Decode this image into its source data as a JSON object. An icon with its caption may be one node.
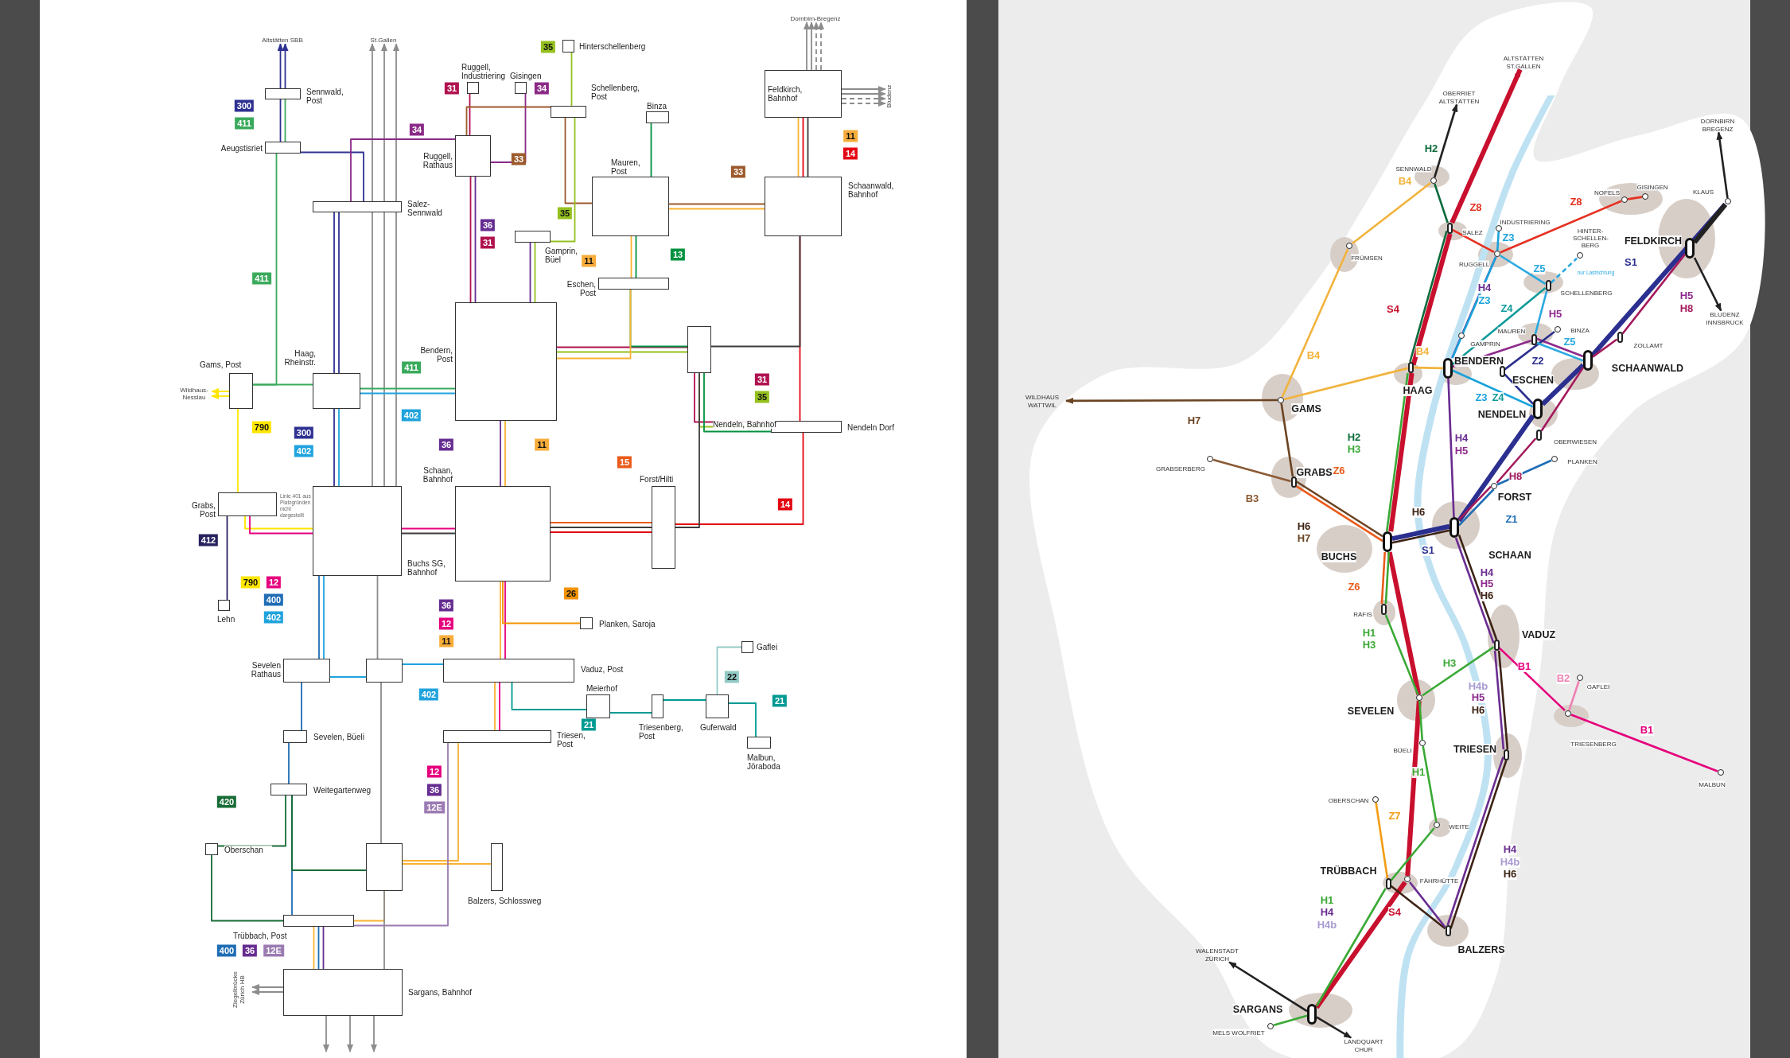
{
  "diagram": {
    "nodes": [
      {
        "text": [
          "Altstätten SBB"
        ]
      },
      {
        "text": [
          "St.Gallen"
        ]
      },
      {
        "text": [
          "Sennwald, Post"
        ]
      },
      {
        "text": [
          "Aeugstisriet"
        ]
      },
      {
        "text": [
          "Salez-Sennwald"
        ]
      },
      {
        "text": [
          "Ruggell, Industriering"
        ]
      },
      {
        "text": [
          "Gisingen"
        ]
      },
      {
        "text": [
          "Hinterschellenberg"
        ]
      },
      {
        "text": [
          "Schellenberg, Post"
        ]
      },
      {
        "text": [
          "Ruggell, Rathaus"
        ]
      },
      {
        "text": [
          "Binza"
        ]
      },
      {
        "text": [
          "Dornbirn-Bregenz"
        ]
      },
      {
        "text": [
          "Feldkirch, Bahnhof"
        ]
      },
      {
        "text": [
          "Bludenz"
        ]
      },
      {
        "text": [
          "Mauren, Post"
        ]
      },
      {
        "text": [
          "Schaanwald, Bahnhof"
        ]
      },
      {
        "text": [
          "Gamprin, Büel"
        ]
      },
      {
        "text": [
          "Eschen, Post"
        ]
      },
      {
        "text": [
          "Wildhaus-Nesslau"
        ]
      },
      {
        "text": [
          "Gams, Post"
        ]
      },
      {
        "text": [
          "Haag, Rheinstr."
        ]
      },
      {
        "text": [
          "Bendern, Post"
        ]
      },
      {
        "text": [],
        "shape": "box"
      },
      {
        "text": [
          "Nendeln Dorf"
        ]
      },
      {
        "text": [
          "Grabs, Post"
        ]
      },
      {
        "text": [
          "Schaan, Bahnhof"
        ]
      },
      {
        "text": [
          "Buchs SG, Bahnhof"
        ]
      },
      {
        "text": [
          "Forst/Hilti"
        ]
      },
      {
        "text": [
          "Lehn"
        ]
      },
      {
        "text": [
          "Planken, Saroja"
        ]
      },
      {
        "text": [
          "Sevelen Rathaus"
        ]
      },
      {
        "text": [],
        "shape": "box"
      },
      {
        "text": [
          "Vaduz, Post"
        ]
      },
      {
        "text": [
          "Gaflei"
        ]
      },
      {
        "text": [
          "Meierhof"
        ]
      },
      {
        "text": [
          "Triesenberg, Post"
        ]
      },
      {
        "text": [
          "Guferwald"
        ]
      },
      {
        "text": [
          "Sevelen, Büeli"
        ]
      },
      {
        "text": [
          "Triesen, Post"
        ]
      },
      {
        "text": [
          "Malbun, Jöraboda"
        ]
      },
      {
        "text": [
          "Weitegartenweg"
        ]
      },
      {
        "text": [
          "Oberschan"
        ]
      },
      {
        "text": [],
        "shape": "box"
      },
      {
        "text": [
          "Balzers, Schlossweg"
        ]
      },
      {
        "text": [
          "Trübbach, Post"
        ]
      },
      {
        "text": [
          "Ziegelbrücke Zürich HB"
        ]
      },
      {
        "text": [
          "Sargans, Bahnhof"
        ]
      },
      {
        "text": [
          "OBERRIET ALTSTÄTTEN"
        ]
      },
      {
        "text": [
          "ALTSTÄTTEN ST.GALLEN"
        ]
      },
      {
        "text": [
          "SENNWALD"
        ]
      },
      {
        "text": [
          "SALEZ"
        ]
      },
      {
        "text": [
          "FRÜMSEN"
        ]
      },
      {
        "text": [
          "INDUSTRIERING"
        ]
      },
      {
        "text": [
          "RUGGELL"
        ]
      },
      {
        "text": [
          "NOFELS"
        ]
      },
      {
        "text": [
          "GISINGEN"
        ]
      },
      {
        "text": [
          "HINTER-SCHELLEN-BERG"
        ]
      },
      {
        "text": [
          "SCHELLENBERG"
        ]
      },
      {
        "text": [
          "MAUREN"
        ]
      },
      {
        "text": [
          "BINZA"
        ]
      },
      {
        "text": [
          "GAMPRIN"
        ]
      },
      {
        "text": [
          "BENDERN"
        ]
      },
      {
        "text": [
          "HAAG"
        ]
      },
      {
        "text": [
          "GAMS"
        ]
      },
      {
        "text": [
          "ESCHEN"
        ]
      },
      {
        "text": [
          "NENDELN"
        ]
      },
      {
        "text": [
          "ZOLLAMT"
        ]
      },
      {
        "text": [
          "SCHAANWALD"
        ]
      },
      {
        "text": [
          "FELDKIRCH"
        ]
      },
      {
        "text": [
          "KLAUS"
        ]
      },
      {
        "text": [
          "DORNBIRN BREGENZ"
        ]
      },
      {
        "text": [
          "BLUDENZ INNSBRUCK"
        ]
      },
      {
        "text": [
          "WILDHAUS WATTWIL"
        ]
      },
      {
        "text": [
          "OBERWIESEN"
        ]
      },
      {
        "text": [
          "PLANKEN"
        ]
      },
      {
        "text": [
          "GRABSERBERG"
        ]
      },
      {
        "text": [
          "GRABS"
        ]
      },
      {
        "text": [
          "FORST"
        ]
      },
      {
        "text": [
          "BUCHS"
        ]
      },
      {
        "text": [
          "SCHAAN"
        ]
      },
      {
        "text": [
          "RÄFIS"
        ]
      },
      {
        "text": [
          "VADUZ"
        ]
      },
      {
        "text": [
          "GAFLEI"
        ]
      },
      {
        "text": [
          "TRIESENBERG"
        ]
      },
      {
        "text": [
          "MALBUN"
        ]
      },
      {
        "text": [
          "SEVELEN"
        ]
      },
      {
        "text": [
          "BÜELI"
        ]
      },
      {
        "text": [
          "TRIESEN"
        ]
      },
      {
        "text": [
          "OBERSCHAN"
        ]
      },
      {
        "text": [
          "WEITE"
        ]
      },
      {
        "text": [
          "TRÜBBACH"
        ]
      },
      {
        "text": [
          "FÄHRHÜTTE"
        ]
      },
      {
        "text": [
          "BALZERS"
        ]
      },
      {
        "text": [
          "SARGANS"
        ]
      },
      {
        "text": [
          "MELS WOLFRIET"
        ]
      },
      {
        "text": [
          "WALENSTADT ZÜRICH"
        ]
      },
      {
        "text": [
          "LANDQUART CHUR"
        ]
      }
    ],
    "edges": [
      {
        "from": 2,
        "to": 0,
        "arrow": "to",
        "color": "#2e3192"
      },
      {
        "from": 2,
        "to": 0,
        "arrow": "to",
        "color": "#2e3192"
      },
      {
        "from": 3,
        "to": 2,
        "arrow": "none",
        "color": "#2e3192"
      },
      {
        "from": 3,
        "to": 2,
        "arrow": "none",
        "color": "#3aaa5c"
      },
      {
        "from": 4,
        "to": 3,
        "arrow": "none",
        "color": "#2e3192"
      },
      {
        "from": 3,
        "to": 19,
        "arrow": "none",
        "color": "#3aaa5c"
      },
      {
        "from": 4,
        "to": 1,
        "arrow": "to",
        "color": "#8c8c8c"
      },
      {
        "from": 4,
        "to": 1,
        "arrow": "to",
        "color": "#8c8c8c"
      },
      {
        "from": 4,
        "to": 1,
        "arrow": "to",
        "color": "#8c8c8c"
      },
      {
        "from": 20,
        "to": 4,
        "arrow": "none",
        "color": "#2e3192"
      },
      {
        "from": 20,
        "to": 4,
        "arrow": "none",
        "color": "#2e3192"
      },
      {
        "from": 26,
        "to": 20,
        "arrow": "none",
        "color": "#2e3192"
      },
      {
        "from": 26,
        "to": 4,
        "arrow": "none",
        "color": "#8c8c8c"
      },
      {
        "from": 26,
        "to": 4,
        "arrow": "none",
        "color": "#8c8c8c"
      },
      {
        "from": 26,
        "to": 4,
        "arrow": "none",
        "color": "#8c8c8c"
      },
      {
        "from": 19,
        "to": 20,
        "arrow": "none",
        "color": "#3aaa5c"
      },
      {
        "from": 20,
        "to": 21,
        "arrow": "none",
        "color": "#3aaa5c"
      },
      {
        "from": 21,
        "to": 20,
        "arrow": "none",
        "color": "#1fa3dd"
      },
      {
        "from": 20,
        "to": 26,
        "arrow": "none",
        "color": "#1fa3dd"
      },
      {
        "from": 19,
        "to": 18,
        "arrow": "to",
        "color": "#ffe600"
      },
      {
        "from": 19,
        "to": 18,
        "arrow": "to",
        "color": "#ffe600"
      },
      {
        "from": 19,
        "to": 24,
        "arrow": "none",
        "color": "#ffe600"
      },
      {
        "from": 24,
        "to": 26,
        "arrow": "none",
        "color": "#ffe600"
      },
      {
        "from": 24,
        "to": 28,
        "arrow": "none",
        "color": "#27235f"
      },
      {
        "from": 6,
        "to": 9,
        "arrow": "none",
        "color": "#8b2a87"
      },
      {
        "from": 4,
        "to": 9,
        "arrow": "none",
        "color": "#8b2a87"
      },
      {
        "from": 5,
        "to": 9,
        "arrow": "none",
        "color": "#b0124f"
      },
      {
        "from": 9,
        "to": 21,
        "arrow": "none",
        "color": "#b0124f"
      },
      {
        "from": 21,
        "to": 22,
        "arrow": "none",
        "color": "#b0124f"
      },
      {
        "from": 22,
        "to": 23,
        "arrow": "none",
        "color": "#b0124f"
      },
      {
        "from": 9,
        "to": 8,
        "arrow": "none",
        "color": "#9c5a2c"
      },
      {
        "from": 8,
        "to": 14,
        "arrow": "none",
        "color": "#9c5a2c"
      },
      {
        "from": 14,
        "to": 15,
        "arrow": "none",
        "color": "#9c5a2c"
      },
      {
        "from": 7,
        "to": 8,
        "arrow": "none",
        "color": "#95c11f"
      },
      {
        "from": 8,
        "to": 16,
        "arrow": "none",
        "color": "#95c11f"
      },
      {
        "from": 21,
        "to": 22,
        "arrow": "none",
        "color": "#95c11f"
      },
      {
        "from": 22,
        "to": 23,
        "arrow": "none",
        "color": "#95c11f"
      },
      {
        "from": 9,
        "to": 21,
        "arrow": "none",
        "color": "#662d91"
      },
      {
        "from": 16,
        "to": 21,
        "arrow": "none",
        "color": "#662d91"
      },
      {
        "from": 21,
        "to": 25,
        "arrow": "none",
        "color": "#662d91"
      },
      {
        "from": 10,
        "to": 14,
        "arrow": "none",
        "color": "#00913f"
      },
      {
        "from": 17,
        "to": 22,
        "arrow": "none",
        "color": "#00913f"
      },
      {
        "from": 22,
        "to": 23,
        "arrow": "none",
        "color": "#00913f"
      },
      {
        "from": 12,
        "to": 15,
        "arrow": "none",
        "color": "#f9b233"
      },
      {
        "from": 15,
        "to": 14,
        "arrow": "none",
        "color": "#f9b233"
      },
      {
        "from": 14,
        "to": 17,
        "arrow": "none",
        "color": "#f9b233"
      },
      {
        "from": 17,
        "to": 21,
        "arrow": "none",
        "color": "#f9b233"
      },
      {
        "from": 21,
        "to": 25,
        "arrow": "none",
        "color": "#f9b233"
      },
      {
        "from": 25,
        "to": 32,
        "arrow": "none",
        "color": "#f9b233"
      },
      {
        "from": 32,
        "to": 38,
        "arrow": "none",
        "color": "#f9b233"
      },
      {
        "from": 38,
        "to": 42,
        "arrow": "none",
        "color": "#f9b233"
      },
      {
        "from": 42,
        "to": 43,
        "arrow": "none",
        "color": "#f9b233"
      },
      {
        "from": 42,
        "to": 44,
        "arrow": "none",
        "color": "#f9b233"
      },
      {
        "from": 44,
        "to": 46,
        "arrow": "none",
        "color": "#f9b233"
      },
      {
        "from": 12,
        "to": 15,
        "arrow": "none",
        "color": "#e30613"
      },
      {
        "from": 15,
        "to": 23,
        "arrow": "none",
        "color": "#e30613"
      },
      {
        "from": 23,
        "to": 27,
        "arrow": "none",
        "color": "#e30613"
      },
      {
        "from": 25,
        "to": 27,
        "arrow": "none",
        "color": "#ea5b1a"
      },
      {
        "from": 24,
        "to": 26,
        "arrow": "none",
        "color": "#e6007e"
      },
      {
        "from": 26,
        "to": 25,
        "arrow": "none",
        "color": "#e6007e"
      },
      {
        "from": 25,
        "to": 32,
        "arrow": "none",
        "color": "#e6007e"
      },
      {
        "from": 32,
        "to": 38,
        "arrow": "none",
        "color": "#e6007e"
      },
      {
        "from": 25,
        "to": 29,
        "arrow": "none",
        "color": "#f39200"
      },
      {
        "from": 32,
        "to": 34,
        "arrow": "none",
        "color": "#009a93"
      },
      {
        "from": 34,
        "to": 35,
        "arrow": "none",
        "color": "#009a93"
      },
      {
        "from": 35,
        "to": 36,
        "arrow": "none",
        "color": "#009a93"
      },
      {
        "from": 39,
        "to": 36,
        "arrow": "none",
        "color": "#009a93"
      },
      {
        "from": 36,
        "to": 33,
        "arrow": "none",
        "color": "#93cbc6"
      },
      {
        "from": 26,
        "to": 30,
        "arrow": "none",
        "color": "#1f6db5"
      },
      {
        "from": 30,
        "to": 37,
        "arrow": "none",
        "color": "#1f6db5"
      },
      {
        "from": 37,
        "to": 40,
        "arrow": "none",
        "color": "#1f6db5"
      },
      {
        "from": 40,
        "to": 44,
        "arrow": "none",
        "color": "#1f6db5"
      },
      {
        "from": 44,
        "to": 46,
        "arrow": "none",
        "color": "#1f6db5"
      },
      {
        "from": 26,
        "to": 30,
        "arrow": "none",
        "color": "#1fa3dd"
      },
      {
        "from": 30,
        "to": 31,
        "arrow": "none",
        "color": "#1fa3dd"
      },
      {
        "from": 31,
        "to": 32,
        "arrow": "none",
        "color": "#1fa3dd"
      },
      {
        "from": 40,
        "to": 41,
        "arrow": "none",
        "color": "#176c36"
      },
      {
        "from": 41,
        "to": 44,
        "arrow": "none",
        "color": "#176c36"
      },
      {
        "from": 40,
        "to": 42,
        "arrow": "none",
        "color": "#176c36"
      },
      {
        "from": 38,
        "to": 44,
        "arrow": "none",
        "color": "#9b7bb2"
      },
      {
        "from": 44,
        "to": 46,
        "arrow": "none",
        "color": "#662d91"
      },
      {
        "from": 12,
        "to": 15,
        "arrow": "none",
        "color": "#3c3c3c"
      },
      {
        "from": 22,
        "to": 27,
        "arrow": "none",
        "color": "#3c3c3c"
      },
      {
        "from": 27,
        "to": 25,
        "arrow": "none",
        "color": "#3c3c3c"
      },
      {
        "from": 25,
        "to": 26,
        "arrow": "none",
        "color": "#3c3c3c"
      },
      {
        "from": 26,
        "to": 31,
        "arrow": "none",
        "color": "#8c8c8c"
      },
      {
        "from": 31,
        "to": 42,
        "arrow": "none",
        "color": "#8c8c8c"
      },
      {
        "from": 42,
        "to": 46,
        "arrow": "none",
        "color": "#8c8c8c"
      },
      {
        "from": 46,
        "to": 45,
        "arrow": "to",
        "color": "#8c8c8c"
      },
      {
        "from": 46,
        "to": 45,
        "arrow": "to",
        "color": "#8c8c8c"
      },
      {
        "from": 46,
        "to": null,
        "arrow": "to",
        "color": "#8c8c8c"
      },
      {
        "from": 46,
        "to": null,
        "arrow": "to",
        "color": "#8c8c8c"
      },
      {
        "from": 46,
        "to": null,
        "arrow": "to",
        "color": "#8c8c8c"
      },
      {
        "from": 12,
        "to": 11,
        "arrow": "to",
        "color": "#8c8c8c"
      },
      {
        "from": 12,
        "to": 11,
        "arrow": "to",
        "color": "#8c8c8c"
      },
      {
        "from": 12,
        "to": 11,
        "arrow": "to",
        "style": "dashed",
        "color": "#8c8c8c"
      },
      {
        "from": 12,
        "to": 11,
        "arrow": "to",
        "style": "dashed",
        "color": "#8c8c8c"
      },
      {
        "from": 12,
        "to": 13,
        "arrow": "to",
        "color": "#8c8c8c"
      },
      {
        "from": 12,
        "to": 13,
        "arrow": "to",
        "color": "#8c8c8c"
      },
      {
        "from": 12,
        "to": 13,
        "arrow": "to",
        "style": "dashed",
        "color": "#8c8c8c"
      },
      {
        "from": 12,
        "to": 13,
        "arrow": "to",
        "style": "dashed",
        "color": "#8c8c8c"
      },
      {
        "from": 50,
        "to": 48,
        "arrow": "to",
        "style": "thick",
        "color": "#c8102e"
      },
      {
        "from": 50,
        "to": 62,
        "arrow": "none",
        "style": "thick",
        "color": "#c8102e"
      },
      {
        "from": 62,
        "to": 78,
        "arrow": "none",
        "style": "thick",
        "color": "#c8102e"
      },
      {
        "from": 78,
        "to": 85,
        "arrow": "none",
        "style": "thick",
        "color": "#c8102e"
      },
      {
        "from": 85,
        "to": 91,
        "arrow": "none",
        "style": "thick",
        "color": "#c8102e"
      },
      {
        "from": 91,
        "to": 93,
        "arrow": "none",
        "style": "thick",
        "color": "#c8102e"
      },
      {
        "from": 93,
        "to": 96,
        "arrow": "to",
        "color": "#222222"
      },
      {
        "from": 78,
        "to": 79,
        "arrow": "none",
        "style": "thick",
        "color": "#2b2f8f"
      },
      {
        "from": 79,
        "to": 65,
        "arrow": "none",
        "style": "thick",
        "color": "#2b2f8f"
      },
      {
        "from": 65,
        "to": 67,
        "arrow": "none",
        "style": "thick",
        "color": "#2b2f8f"
      },
      {
        "from": 67,
        "to": 69,
        "arrow": "none",
        "style": "thick",
        "color": "#2b2f8f"
      },
      {
        "from": 69,
        "to": 70,
        "arrow": "to",
        "color": "#222222"
      },
      {
        "from": 68,
        "to": 69,
        "arrow": "none",
        "style": "thick",
        "color": "#222222"
      },
      {
        "from": 68,
        "to": 71,
        "arrow": "to",
        "color": "#222222"
      },
      {
        "from": 49,
        "to": 47,
        "arrow": "to",
        "color": "#222222"
      },
      {
        "from": 49,
        "to": 50,
        "arrow": "none",
        "color": "#0b6b3a"
      },
      {
        "from": 50,
        "to": 62,
        "arrow": "none",
        "color": "#0b6b3a"
      },
      {
        "from": 62,
        "to": 78,
        "arrow": "none",
        "color": "#3aa935"
      },
      {
        "from": 78,
        "to": 80,
        "arrow": "none",
        "color": "#3aa935"
      },
      {
        "from": 80,
        "to": 85,
        "arrow": "none",
        "color": "#3aa935"
      },
      {
        "from": 85,
        "to": 81,
        "arrow": "none",
        "color": "#3aa935"
      },
      {
        "from": 85,
        "to": 86,
        "arrow": "none",
        "color": "#3aa935"
      },
      {
        "from": 86,
        "to": 89,
        "arrow": "none",
        "color": "#3aa935"
      },
      {
        "from": 89,
        "to": 90,
        "arrow": "none",
        "color": "#3aa935"
      },
      {
        "from": 90,
        "to": 93,
        "arrow": "none",
        "color": "#3aa935"
      },
      {
        "from": 93,
        "to": 94,
        "arrow": "none",
        "color": "#3aa935"
      },
      {
        "from": 49,
        "to": 51,
        "arrow": "none",
        "color": "#f2b33d"
      },
      {
        "from": 51,
        "to": 63,
        "arrow": "none",
        "color": "#f2b33d"
      },
      {
        "from": 63,
        "to": 62,
        "arrow": "none",
        "color": "#f2b33d"
      },
      {
        "from": 62,
        "to": 61,
        "arrow": "none",
        "color": "#f2b33d"
      },
      {
        "from": 63,
        "to": 72,
        "arrow": "to",
        "color": "#6b4423"
      },
      {
        "from": 63,
        "to": 76,
        "arrow": "none",
        "color": "#6b4423"
      },
      {
        "from": 76,
        "to": 78,
        "arrow": "none",
        "color": "#6b4423"
      },
      {
        "from": 75,
        "to": 76,
        "arrow": "none",
        "color": "#8a5a35"
      },
      {
        "from": 78,
        "to": 79,
        "arrow": "none",
        "color": "#3d2314"
      },
      {
        "from": 79,
        "to": 81,
        "arrow": "none",
        "color": "#3d2314"
      },
      {
        "from": 81,
        "to": 87,
        "arrow": "none",
        "color": "#3d2314"
      },
      {
        "from": 87,
        "to": 92,
        "arrow": "none",
        "color": "#3d2314"
      },
      {
        "from": 92,
        "to": 90,
        "arrow": "none",
        "color": "#3d2314"
      },
      {
        "from": 76,
        "to": 78,
        "arrow": "none",
        "color": "#ea5b1a"
      },
      {
        "from": 88,
        "to": 90,
        "arrow": "none",
        "color": "#f39c12"
      },
      {
        "from": 53,
        "to": 60,
        "arrow": "none",
        "color": "#6a2c91"
      },
      {
        "from": 60,
        "to": 61,
        "arrow": "none",
        "color": "#6a2c91"
      },
      {
        "from": 61,
        "to": 79,
        "arrow": "none",
        "color": "#6a2c91"
      },
      {
        "from": 79,
        "to": 81,
        "arrow": "none",
        "color": "#6a2c91"
      },
      {
        "from": 81,
        "to": 87,
        "arrow": "none",
        "color": "#6a2c91"
      },
      {
        "from": 87,
        "to": 92,
        "arrow": "none",
        "color": "#6a2c91"
      },
      {
        "from": 92,
        "to": 91,
        "arrow": "none",
        "color": "#6a2c91"
      },
      {
        "from": 61,
        "to": 58,
        "arrow": "none",
        "color": "#8e2a8c"
      },
      {
        "from": 58,
        "to": 67,
        "arrow": "none",
        "color": "#8e2a8c"
      },
      {
        "from": 67,
        "to": 66,
        "arrow": "none",
        "color": "#a3195b"
      },
      {
        "from": 66,
        "to": 68,
        "arrow": "none",
        "color": "#a3195b"
      },
      {
        "from": 79,
        "to": 77,
        "arrow": "none",
        "color": "#a3195b"
      },
      {
        "from": 77,
        "to": 73,
        "arrow": "none",
        "color": "#a3195b"
      },
      {
        "from": 73,
        "to": 67,
        "arrow": "none",
        "color": "#a3195b"
      },
      {
        "from": 64,
        "to": 59,
        "arrow": "none",
        "color": "#2b2f8f"
      },
      {
        "from": 64,
        "to": 65,
        "arrow": "none",
        "color": "#2b2f8f"
      },
      {
        "from": 52,
        "to": 53,
        "arrow": "none",
        "color": "#1aa3dc"
      },
      {
        "from": 53,
        "to": 61,
        "arrow": "none",
        "color": "#1aa3dc"
      },
      {
        "from": 61,
        "to": 65,
        "arrow": "none",
        "color": "#1aa3dc"
      },
      {
        "from": 57,
        "to": 61,
        "arrow": "none",
        "color": "#0f9a9a"
      },
      {
        "from": 53,
        "to": 57,
        "arrow": "none",
        "color": "#29a9e0"
      },
      {
        "from": 57,
        "to": 58,
        "arrow": "none",
        "color": "#29a9e0"
      },
      {
        "from": 58,
        "to": 67,
        "arrow": "none",
        "color": "#29a9e0"
      },
      {
        "from": 57,
        "to": 56,
        "arrow": "none",
        "style": "dashed",
        "color": "#29a9e0"
      },
      {
        "from": 50,
        "to": 53,
        "arrow": "none",
        "color": "#e53021"
      },
      {
        "from": 53,
        "to": 54,
        "arrow": "none",
        "color": "#e53021"
      },
      {
        "from": 54,
        "to": 55,
        "arrow": "none",
        "color": "#e53021"
      },
      {
        "from": 77,
        "to": 74,
        "arrow": "none",
        "color": "#1f6db5"
      },
      {
        "from": 81,
        "to": 83,
        "arrow": "none",
        "color": "#e5007d"
      },
      {
        "from": 83,
        "to": 84,
        "arrow": "none",
        "color": "#e5007d"
      },
      {
        "from": 83,
        "to": 82,
        "arrow": "none",
        "color": "#ef82b4"
      },
      {
        "from": 16,
        "to": 21,
        "arrow": "none",
        "color": "#95c11f"
      },
      {
        "from": 14,
        "to": 17,
        "arrow": "none",
        "color": "#00913f"
      },
      {
        "from": 27,
        "to": 25,
        "arrow": "none",
        "color": "#e30613"
      },
      {
        "from": 15,
        "to": 22,
        "arrow": "none",
        "color": "#3c3c3c"
      },
      {
        "from": 78,
        "to": 80,
        "arrow": "none",
        "color": "#ea5b1a"
      },
      {
        "from": 79,
        "to": 77,
        "arrow": "none",
        "color": "#1f6db5"
      },
      {
        "from": 93,
        "to": 95,
        "arrow": "to",
        "color": "#222222"
      }
    ],
    "labels": [
      "300",
      "411",
      "31",
      "34",
      "33",
      "36",
      "31",
      "411",
      "411",
      "402",
      "790",
      "300",
      "402",
      "36",
      "35",
      "34",
      "33",
      "35",
      "11",
      "13",
      "11",
      "14",
      "31",
      "35",
      "11",
      "15",
      "14",
      "412",
      "790",
      "12",
      "400",
      "402",
      "36",
      "12",
      "11",
      "402",
      "12",
      "36",
      "12E",
      "420",
      "400",
      "36",
      "12E",
      "26",
      "22",
      "21",
      "21",
      "Nendeln, Bahnhof",
      "Linie 401 aus Platzgründen nicht dargestellt",
      "H2",
      "B4",
      "Z8",
      "Z8",
      "Z3",
      "S1",
      "Z5",
      "H4",
      "Z3",
      "S4",
      "Z4",
      "H5",
      "H8",
      "B4",
      "B4",
      "H5",
      "Z5",
      "Z2",
      "Z3",
      "Z4",
      "H7",
      "H2",
      "H3",
      "H4",
      "H5",
      "H8",
      "B3",
      "Z6",
      "H6",
      "H6",
      "H7",
      "Z1",
      "S1",
      "H4",
      "H5",
      "H6",
      "Z6",
      "H1",
      "H3",
      "H3",
      "B1",
      "B2",
      "H4b",
      "H5",
      "H6",
      "B1",
      "H1",
      "Z7",
      "H4",
      "H4b",
      "H6",
      "H1",
      "H4",
      "H4b",
      "S4",
      "nur Lastrichtung"
    ]
  }
}
